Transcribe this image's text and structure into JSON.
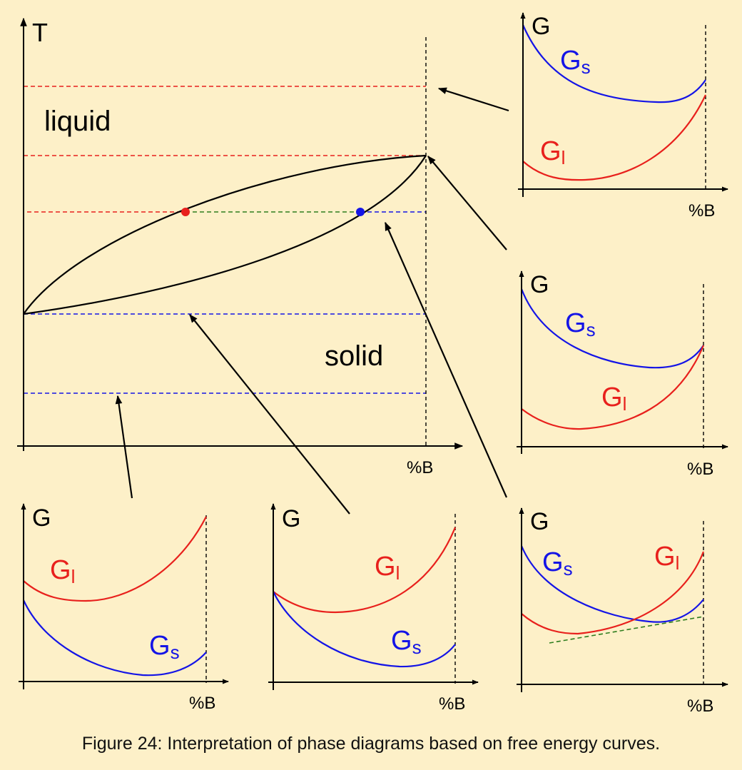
{
  "colors": {
    "background": "#fdf0c8",
    "liquid": "#e8201c",
    "solid": "#1414e6",
    "tangent": "#2e7d1e",
    "axis": "#000000"
  },
  "main_diagram": {
    "y_axis_label": "T",
    "x_axis_label": "%B",
    "region_liquid": "liquid",
    "region_solid": "solid"
  },
  "panels": {
    "top_right": {
      "y_label": "G",
      "x_label": "%B",
      "solid_label": "G",
      "solid_sub": "s",
      "liquid_label": "G",
      "liquid_sub": "l"
    },
    "mid_right": {
      "y_label": "G",
      "x_label": "%B",
      "solid_label": "G",
      "solid_sub": "s",
      "liquid_label": "G",
      "liquid_sub": "l"
    },
    "bottom_right": {
      "y_label": "G",
      "x_label": "%B",
      "solid_label": "G",
      "solid_sub": "s",
      "liquid_label": "G",
      "liquid_sub": "l"
    },
    "bottom_left": {
      "y_label": "G",
      "x_label": "%B",
      "solid_label": "G",
      "solid_sub": "s",
      "liquid_label": "G",
      "liquid_sub": "l"
    },
    "bottom_mid": {
      "y_label": "G",
      "x_label": "%B",
      "solid_label": "G",
      "solid_sub": "s",
      "liquid_label": "G",
      "liquid_sub": "l"
    }
  },
  "caption": "Figure 24: Interpretation of phase diagrams based on free energy curves."
}
